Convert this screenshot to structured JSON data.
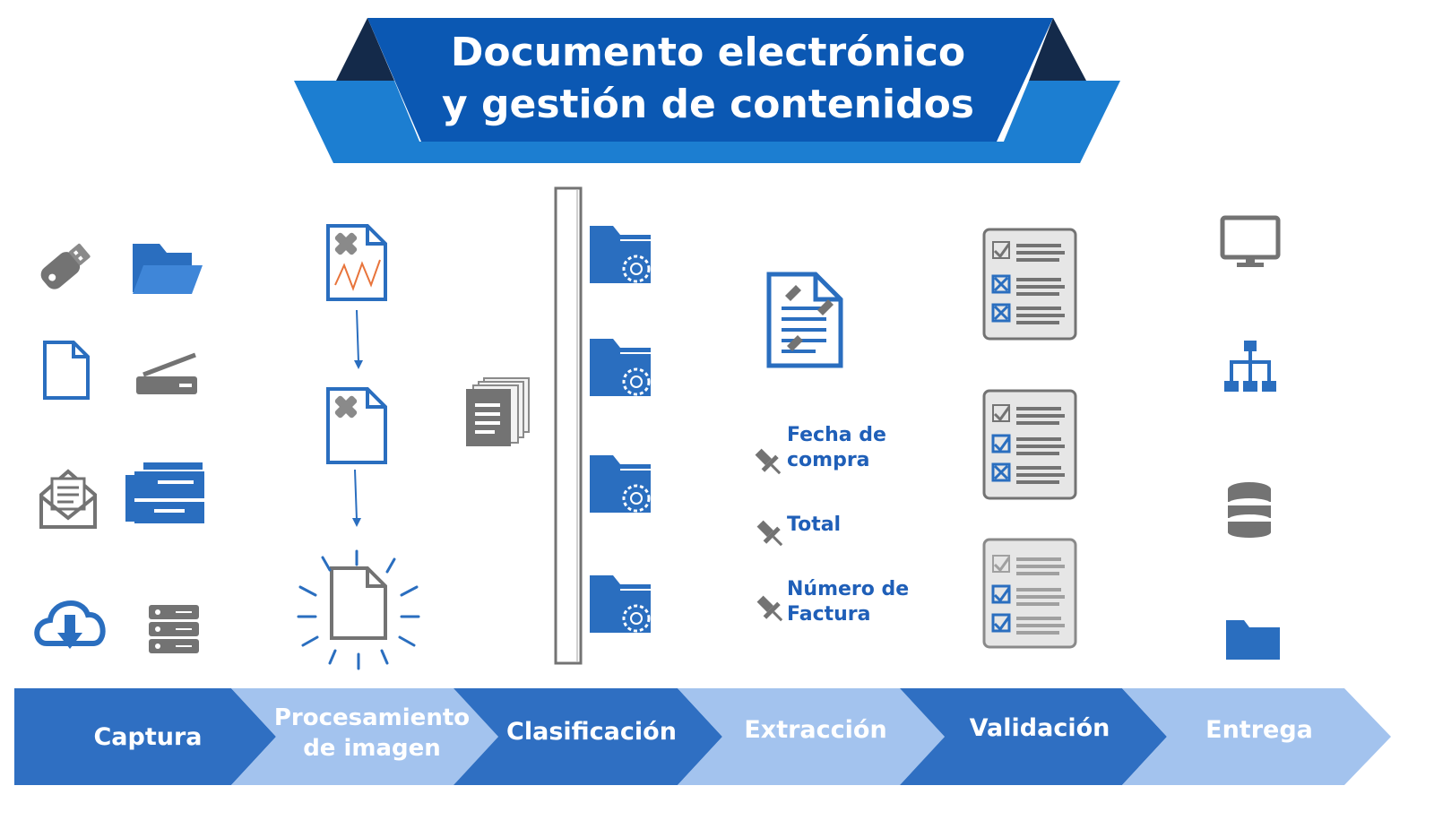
{
  "title": {
    "line1": "Documento electrónico",
    "line2": "y gestión de contenidos"
  },
  "colors": {
    "banner_dark": "#0b58b3",
    "banner_light": "#1c7ed1",
    "banner_shadow": "#142a4a",
    "icon_blue": "#2a6ebf",
    "icon_gray": "#737373",
    "stage_dark": "#2f6fc2",
    "stage_light": "#a3c3ee",
    "label_blue": "#1f5fb8"
  },
  "extraction_fields": [
    "Fecha de compra",
    "Total",
    "Número de Factura"
  ],
  "stages": [
    "Captura",
    "Procesamiento de imagen",
    "Clasificación",
    "Extracción",
    "Validación",
    "Entrega"
  ],
  "capture_icons": [
    "usb-drive-icon",
    "folder-open-icon",
    "document-icon",
    "scanner-icon",
    "email-icon",
    "copier-icon",
    "cloud-download-icon",
    "server-icon"
  ],
  "delivery_icons": [
    "monitor-icon",
    "hierarchy-icon",
    "database-icon",
    "folder-icon"
  ]
}
